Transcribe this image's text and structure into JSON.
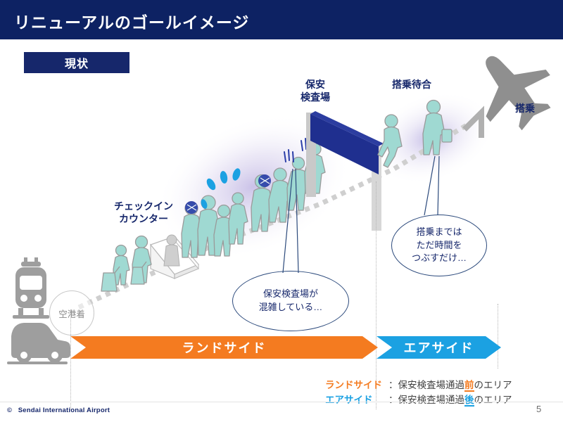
{
  "header": {
    "title": "リニューアルのゴールイメージ",
    "bar_color": "#0d2263"
  },
  "status_badge": {
    "label": "現状",
    "color": "#16276b"
  },
  "journey": {
    "arrive_label": "空港着",
    "checkin_label": "チェックイン\nカウンター",
    "security_label": "保安\n検査場",
    "lounge_label": "搭乗待合",
    "boarding_label": "搭乗"
  },
  "bubbles": {
    "congestion": "保安検査場が\n混雑している…",
    "waiting": "搭乗までは\nただ時間を\nつぶすだけ…"
  },
  "bands": {
    "landside_label": "ランドサイド",
    "landside_color": "#f47b20",
    "airside_label": "エアサイド",
    "airside_color": "#1ba1e2"
  },
  "legend": [
    {
      "key": "ランドサイド",
      "colon": "：",
      "prefix": "保安検査場通過",
      "emphasis": "前",
      "suffix": "のエリア",
      "color": "#f47b20"
    },
    {
      "key": "エアサイド",
      "colon": "：",
      "prefix": "保安検査場通過",
      "emphasis": "後",
      "suffix": "のエリア",
      "color": "#1ba1e2"
    }
  ],
  "footer": {
    "copyright_mark": "©",
    "copyright_text": "Sendai International Airport",
    "page_number": "5"
  },
  "palette": {
    "people_teal": "#9fd9d2",
    "people_outline": "#9a9a9a",
    "gate_navy": "#1f2f8f",
    "pillar_gray": "#c9c9c9",
    "vehicle_gray": "#9e9e9e",
    "plane_gray": "#8f8f8f",
    "glow_purple": "#dcd6ef",
    "path_dot": "#cfcfcf"
  }
}
